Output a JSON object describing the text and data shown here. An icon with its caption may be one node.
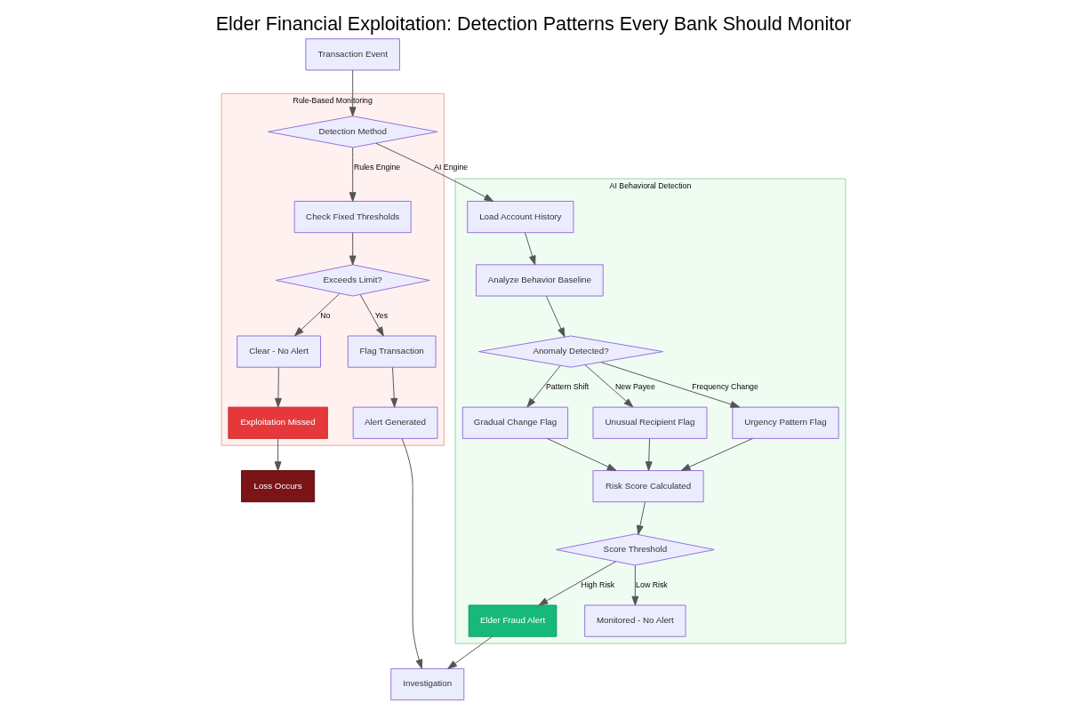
{
  "diagram": {
    "title": "Elder Financial Exploitation: Detection Patterns Every Bank Should Monitor",
    "nodes": [
      {
        "text": [
          "Transaction Event"
        ]
      },
      {
        "text": [
          "Rule-Based Monitoring"
        ]
      },
      {
        "text": [
          "Detection Method"
        ],
        "in": 1
      },
      {
        "text": [
          "Check Fixed Thresholds"
        ],
        "in": 1
      },
      {
        "text": [
          "Exceeds Limit?"
        ],
        "in": 1
      },
      {
        "text": [
          "Flag Transaction"
        ],
        "in": 1
      },
      {
        "text": [
          "Clear - No Alert"
        ],
        "in": 1
      },
      {
        "text": [
          "Alert Generated"
        ],
        "in": 1
      },
      {
        "text": [
          "Exploitation Missed"
        ],
        "in": 1
      },
      {
        "text": [
          "Loss Occurs"
        ]
      },
      {
        "text": [
          "AI Behavioral Detection"
        ]
      },
      {
        "text": [
          "Load Account History"
        ],
        "in": 10
      },
      {
        "text": [
          "Analyze Behavior Baseline"
        ],
        "in": 10
      },
      {
        "text": [
          "Anomaly Detected?"
        ],
        "in": 10
      },
      {
        "text": [
          "Gradual Change Flag"
        ],
        "in": 10
      },
      {
        "text": [
          "Unusual Recipient Flag"
        ],
        "in": 10
      },
      {
        "text": [
          "Urgency Pattern Flag"
        ],
        "in": 10
      },
      {
        "text": [
          "Risk Score Calculated"
        ],
        "in": 10
      },
      {
        "text": [
          "Score Threshold"
        ],
        "in": 10
      },
      {
        "text": [
          "Elder Fraud Alert"
        ],
        "in": 10
      },
      {
        "text": [
          "Monitored - No Alert"
        ],
        "in": 10
      },
      {
        "text": [
          "Investigation"
        ]
      }
    ],
    "edges": [
      {
        "from": 0,
        "to": 2,
        "arrow": "to"
      },
      {
        "from": 2,
        "to": 3,
        "arrow": "to",
        "label": "Rules Engine"
      },
      {
        "from": 2,
        "to": 11,
        "arrow": "to",
        "label": "AI Engine"
      },
      {
        "from": 3,
        "to": 4,
        "arrow": "to"
      },
      {
        "from": 4,
        "to": 5,
        "arrow": "to",
        "label": "Yes"
      },
      {
        "from": 4,
        "to": 6,
        "arrow": "to",
        "label": "No"
      },
      {
        "from": 5,
        "to": 7,
        "arrow": "to"
      },
      {
        "from": 6,
        "to": 8,
        "arrow": "to"
      },
      {
        "from": 8,
        "to": 9,
        "arrow": "to"
      },
      {
        "from": 11,
        "to": 12,
        "arrow": "to"
      },
      {
        "from": 12,
        "to": 13,
        "arrow": "to"
      },
      {
        "from": 13,
        "to": 14,
        "arrow": "to",
        "label": "Pattern Shift"
      },
      {
        "from": 13,
        "to": 15,
        "arrow": "to",
        "label": "New Payee"
      },
      {
        "from": 13,
        "to": 16,
        "arrow": "to",
        "label": "Frequency Change"
      },
      {
        "from": 14,
        "to": 17,
        "arrow": "to"
      },
      {
        "from": 15,
        "to": 17,
        "arrow": "to"
      },
      {
        "from": 16,
        "to": 17,
        "arrow": "to"
      },
      {
        "from": 17,
        "to": 18,
        "arrow": "to"
      },
      {
        "from": 18,
        "to": 19,
        "arrow": "to",
        "label": "High Risk"
      },
      {
        "from": 18,
        "to": 20,
        "arrow": "to",
        "label": "Low Risk"
      },
      {
        "from": 7,
        "to": 21,
        "arrow": "to"
      },
      {
        "from": 19,
        "to": 21,
        "arrow": "to"
      }
    ]
  }
}
